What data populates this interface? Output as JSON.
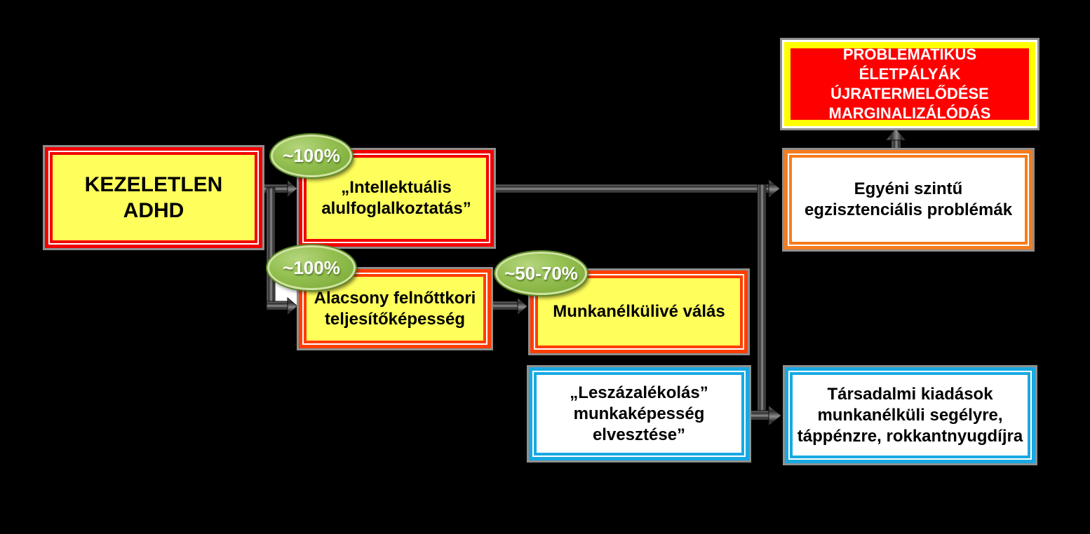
{
  "title": "Kezeletlen ADHD következményei folyamatábra",
  "colors": {
    "pageBg": "#000000",
    "red": "#F20000",
    "orangeRed": "#FF3E00",
    "orange": "#F57C1E",
    "blue": "#18A9E2",
    "yellowFill": "#FFFF5C",
    "whiteFill": "#FFFFFF",
    "redFill": "#FF0000",
    "yellowBorder": "#FFFF00",
    "outlineGray": "#8F8F8F",
    "ovalFill": "#84B43D",
    "ovalRim": "#CFE3A2",
    "textDark": "#000000",
    "textLight": "#FFFFFF"
  },
  "nodes": {
    "adhd": {
      "label": "KEZELETLEN\nADHD"
    },
    "intellektualis": {
      "label": "„Intellektuális\nalulfoglalkoztatás”"
    },
    "alacsony": {
      "label": "Alacsony felnőttkori\nteljesítőképesség"
    },
    "munkanelkulive": {
      "label": "Munkanélkülivé válás"
    },
    "leszazalekolas": {
      "label": "„Leszázalékolás”\nmunkaképesség\nelvesztése”"
    },
    "problematikus": {
      "label": "PROBLEMATIKUS ÉLETPÁLYÁK\nÚJRATERMELŐDÉSE\nMARGINALIZÁLÓDÁS"
    },
    "egyeni": {
      "label": "Egyéni szintű\negzisztenciális problémák"
    },
    "tarsadalmi": {
      "label": "Társadalmi kiadások\nmunkanélküli segélyre,\ntáppénzre, rokkantnyugdíjra"
    }
  },
  "badges": {
    "b1": {
      "label": "~100%"
    },
    "b2": {
      "label": "~100%"
    },
    "b3": {
      "label": "~50-70%"
    }
  },
  "edges": [
    {
      "from": "kezeletlen-adhd",
      "to": "intellektualis-alulfoglalkoztatas",
      "badge": "~100%"
    },
    {
      "from": "kezeletlen-adhd",
      "to": "alacsony-teljesitokepesseg",
      "badge": "~100%"
    },
    {
      "from": "alacsony-teljesitokepesseg",
      "to": "munkanelkulive-valas",
      "badge": "~50-70%"
    },
    {
      "from": "intellektualis-alulfoglalkoztatas",
      "to": "egyeni-problemak"
    },
    {
      "from": "intellektualis-alulfoglalkoztatas",
      "to": "tarsadalmi-kiadasok"
    },
    {
      "from": "leszazalekolas",
      "to": "tarsadalmi-kiadasok"
    },
    {
      "from": "egyeni-problemak",
      "to": "problematikus-eletpalyak"
    }
  ]
}
